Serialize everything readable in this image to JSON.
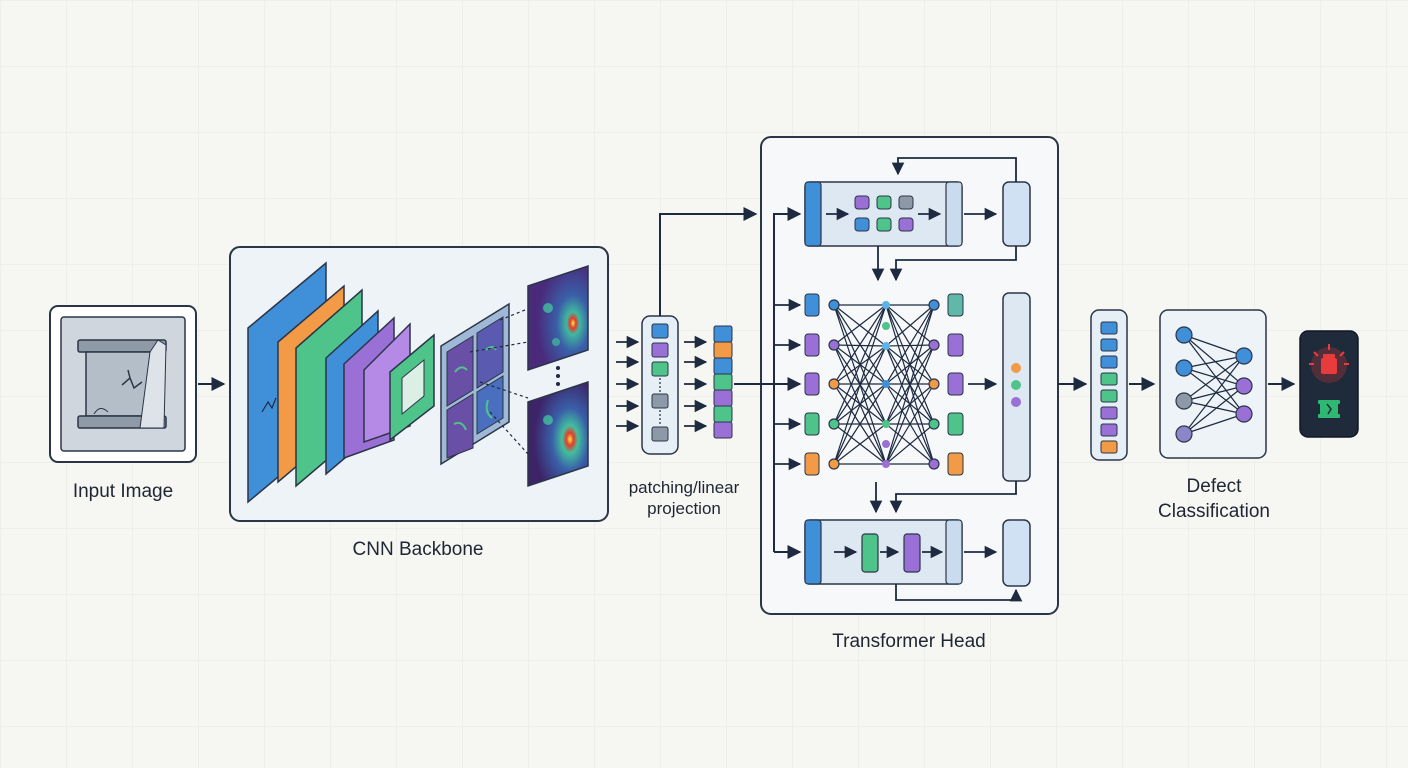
{
  "labels": {
    "input_image": "Input Image",
    "cnn_backbone": "CNN Backbone",
    "patching_line1": "patching/linear",
    "patching_line2": "projection",
    "transformer_head": "Transformer Head",
    "defect_line1": "Defect",
    "defect_line2": "Classification"
  },
  "colors": {
    "blue": "#3f8fd9",
    "orange": "#f29a46",
    "green": "#4ec48b",
    "purple": "#9a6fd6",
    "gray": "#8d99a6",
    "navy": "#1d2a40",
    "panel_fill": "#eef3f7",
    "panel_stroke": "#2b3548",
    "alert_red": "#e83b3b",
    "ok_green": "#2fb872"
  },
  "icons": {
    "input": "cracked-beam-icon",
    "output_defect": "alert-light-icon",
    "output_ok": "ok-light-icon"
  }
}
